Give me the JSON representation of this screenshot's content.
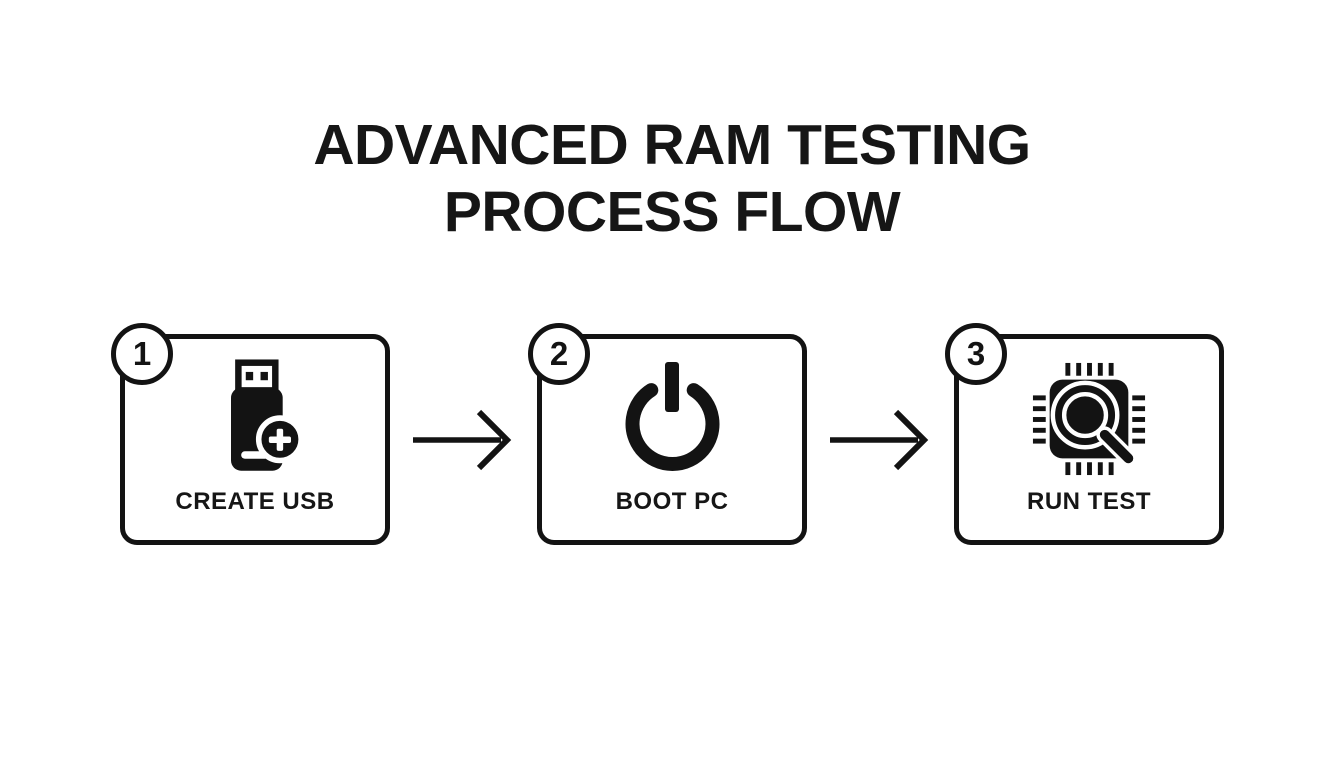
{
  "title": {
    "line1": "ADVANCED RAM TESTING",
    "line2": "PROCESS FLOW"
  },
  "steps": [
    {
      "number": "1",
      "label": "CREATE USB",
      "icon": "usb-add-icon"
    },
    {
      "number": "2",
      "label": "BOOT PC",
      "icon": "power-icon"
    },
    {
      "number": "3",
      "label": "RUN TEST",
      "icon": "chip-search-icon"
    }
  ],
  "arrow": {
    "direction": "right",
    "count": 2
  },
  "colors": {
    "foreground": "#131313",
    "background": "#ffffff"
  }
}
